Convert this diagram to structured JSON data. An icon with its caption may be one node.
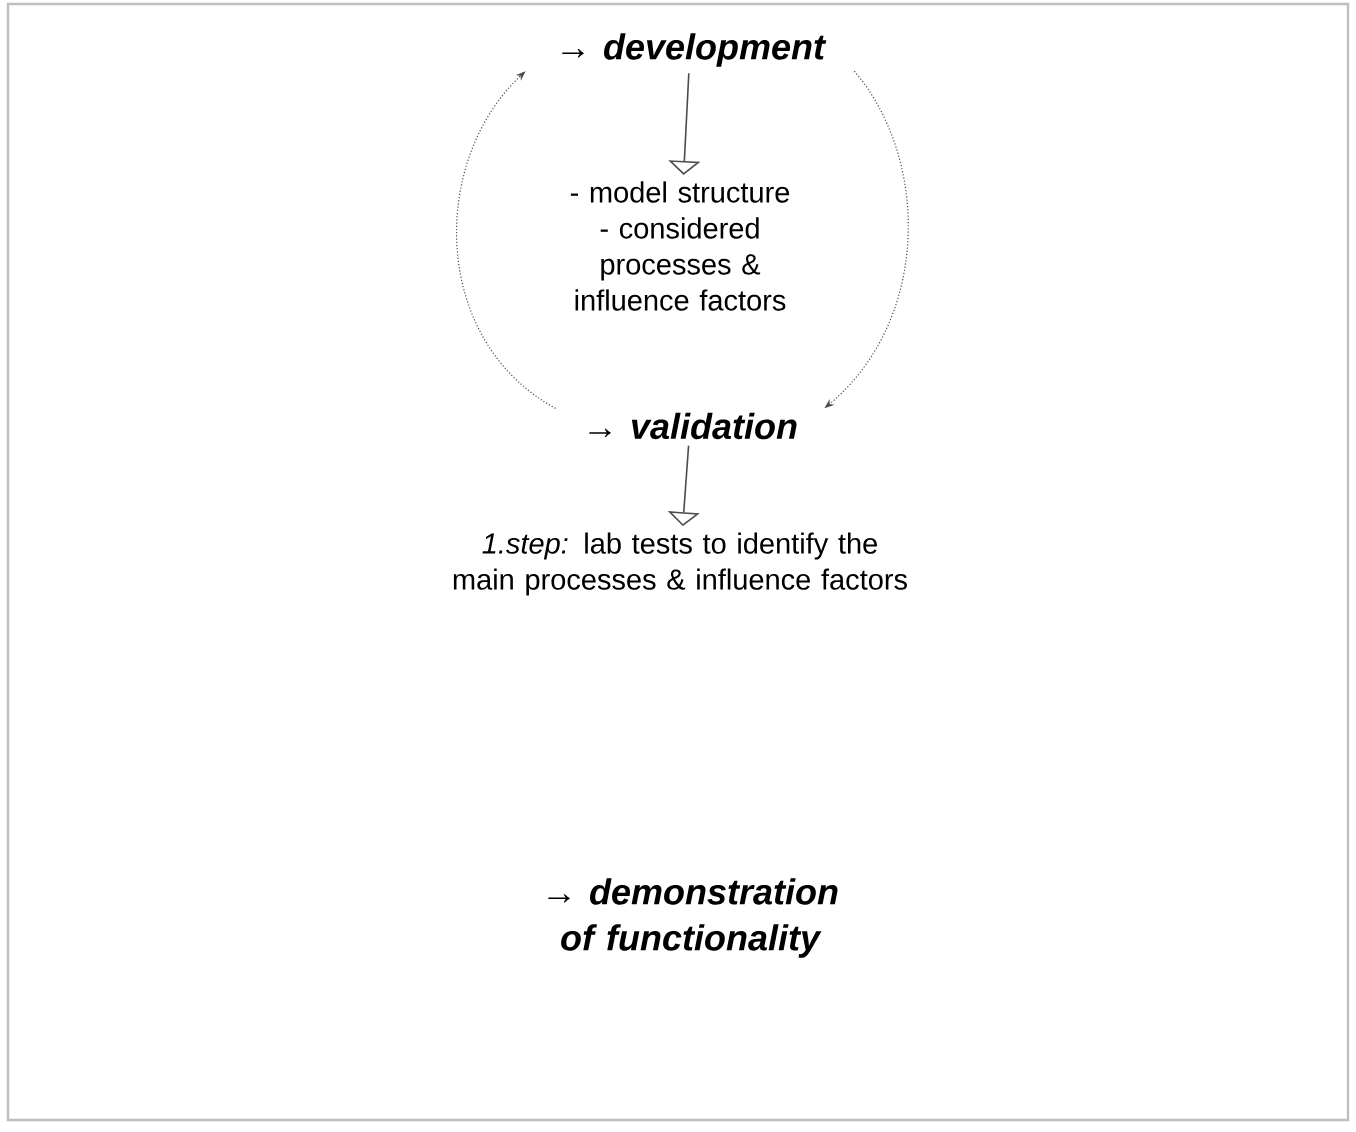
{
  "diagram": {
    "nodes": [
      {
        "text": [
          "→ development"
        ]
      },
      {
        "text": [
          "- model structure - considered processes & influence factors"
        ]
      },
      {
        "text": [
          "→ validation"
        ]
      },
      {
        "text": [
          "*1.step:* lab tests to identify the main processes & influence factors"
        ]
      },
      {
        "text": [
          "→ demonstration of functionality"
        ]
      }
    ],
    "edges": [
      {
        "from": 0,
        "to": 1,
        "arrow": "to"
      },
      {
        "from": 0,
        "to": 2,
        "arrow": "to",
        "style": "dashed"
      },
      {
        "from": 2,
        "to": 0,
        "arrow": "to",
        "style": "dashed"
      },
      {
        "from": 2,
        "to": 3,
        "arrow": "to"
      }
    ]
  }
}
